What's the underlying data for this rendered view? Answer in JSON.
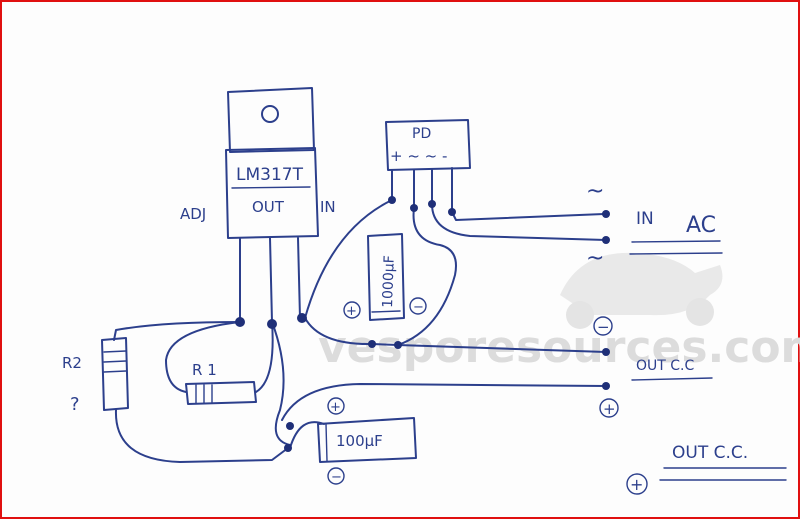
{
  "regulator": {
    "part": "LM317T",
    "pin_out": "OUT",
    "pin_adj": "ADJ",
    "pin_in": "IN"
  },
  "bridge": {
    "label": "PD",
    "terminals": "+ ~ ~ -"
  },
  "capacitor_big": {
    "label": "1000µF",
    "plus": "+",
    "minus": "−"
  },
  "capacitor_small": {
    "label": "100µF",
    "plus": "+",
    "minus": "−"
  },
  "resistor_r1": {
    "label": "R 1"
  },
  "resistor_r2": {
    "label": "R2",
    "value": "?"
  },
  "ac_input": {
    "label_in": "IN",
    "label_ac": "AC",
    "tilde_top": "~",
    "tilde_bottom": "~"
  },
  "dc_output": {
    "minus": "−",
    "label_mid": "OUT C.C",
    "plus": "+",
    "label_big": "OUT C.C.",
    "plus_bottom": "+"
  },
  "watermark": "vesporesources.com",
  "colors": {
    "ink": "#2c3f8c",
    "frame": "#e01010",
    "paper": "#fdfdfd"
  }
}
